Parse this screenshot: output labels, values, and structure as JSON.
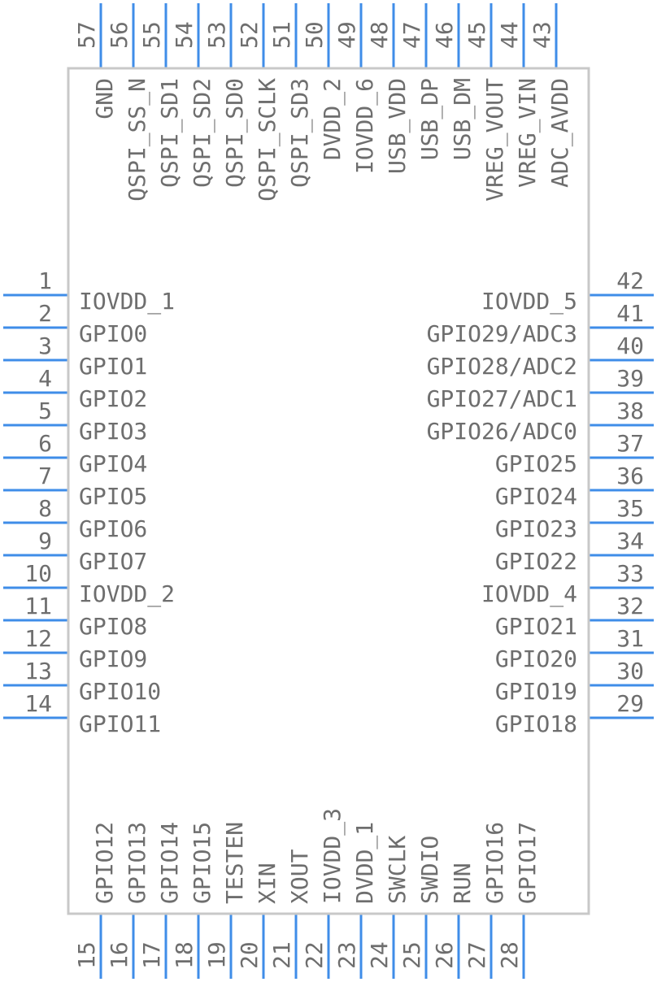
{
  "chip": {
    "body_stroke": "#c8c8c8",
    "pin_color": "#3f8de8",
    "text_color": "#6e6e6e"
  },
  "pins": {
    "left": [
      {
        "num": "1",
        "name": "IOVDD_1"
      },
      {
        "num": "2",
        "name": "GPIO0"
      },
      {
        "num": "3",
        "name": "GPIO1"
      },
      {
        "num": "4",
        "name": "GPIO2"
      },
      {
        "num": "5",
        "name": "GPIO3"
      },
      {
        "num": "6",
        "name": "GPIO4"
      },
      {
        "num": "7",
        "name": "GPIO5"
      },
      {
        "num": "8",
        "name": "GPIO6"
      },
      {
        "num": "9",
        "name": "GPIO7"
      },
      {
        "num": "10",
        "name": "IOVDD_2"
      },
      {
        "num": "11",
        "name": "GPIO8"
      },
      {
        "num": "12",
        "name": "GPIO9"
      },
      {
        "num": "13",
        "name": "GPIO10"
      },
      {
        "num": "14",
        "name": "GPIO11"
      }
    ],
    "right": [
      {
        "num": "42",
        "name": "IOVDD_5"
      },
      {
        "num": "41",
        "name": "GPIO29/ADC3"
      },
      {
        "num": "40",
        "name": "GPIO28/ADC2"
      },
      {
        "num": "39",
        "name": "GPIO27/ADC1"
      },
      {
        "num": "38",
        "name": "GPIO26/ADC0"
      },
      {
        "num": "37",
        "name": "GPIO25"
      },
      {
        "num": "36",
        "name": "GPIO24"
      },
      {
        "num": "35",
        "name": "GPIO23"
      },
      {
        "num": "34",
        "name": "GPIO22"
      },
      {
        "num": "33",
        "name": "IOVDD_4"
      },
      {
        "num": "32",
        "name": "GPIO21"
      },
      {
        "num": "31",
        "name": "GPIO20"
      },
      {
        "num": "30",
        "name": "GPIO19"
      },
      {
        "num": "29",
        "name": "GPIO18"
      }
    ],
    "top": [
      {
        "num": "57",
        "name": "GND"
      },
      {
        "num": "56",
        "name": "QSPI_SS_N"
      },
      {
        "num": "55",
        "name": "QSPI_SD1"
      },
      {
        "num": "54",
        "name": "QSPI_SD2"
      },
      {
        "num": "53",
        "name": "QSPI_SD0"
      },
      {
        "num": "52",
        "name": "QSPI_SCLK"
      },
      {
        "num": "51",
        "name": "QSPI_SD3"
      },
      {
        "num": "50",
        "name": "DVDD_2"
      },
      {
        "num": "49",
        "name": "IOVDD_6"
      },
      {
        "num": "48",
        "name": "USB_VDD"
      },
      {
        "num": "47",
        "name": "USB_DP"
      },
      {
        "num": "46",
        "name": "USB_DM"
      },
      {
        "num": "45",
        "name": "VREG_VOUT"
      },
      {
        "num": "44",
        "name": "VREG_VIN"
      },
      {
        "num": "43",
        "name": "ADC_AVDD"
      }
    ],
    "bottom": [
      {
        "num": "15",
        "name": "GPIO12"
      },
      {
        "num": "16",
        "name": "GPIO13"
      },
      {
        "num": "17",
        "name": "GPIO14"
      },
      {
        "num": "18",
        "name": "GPIO15"
      },
      {
        "num": "19",
        "name": "TESTEN"
      },
      {
        "num": "20",
        "name": "XIN"
      },
      {
        "num": "21",
        "name": "XOUT"
      },
      {
        "num": "22",
        "name": "IOVDD_3"
      },
      {
        "num": "23",
        "name": "DVDD_1"
      },
      {
        "num": "24",
        "name": "SWCLK"
      },
      {
        "num": "25",
        "name": "SWDIO"
      },
      {
        "num": "26",
        "name": "RUN"
      },
      {
        "num": "27",
        "name": "GPIO16"
      },
      {
        "num": "28",
        "name": "GPIO17"
      }
    ]
  }
}
